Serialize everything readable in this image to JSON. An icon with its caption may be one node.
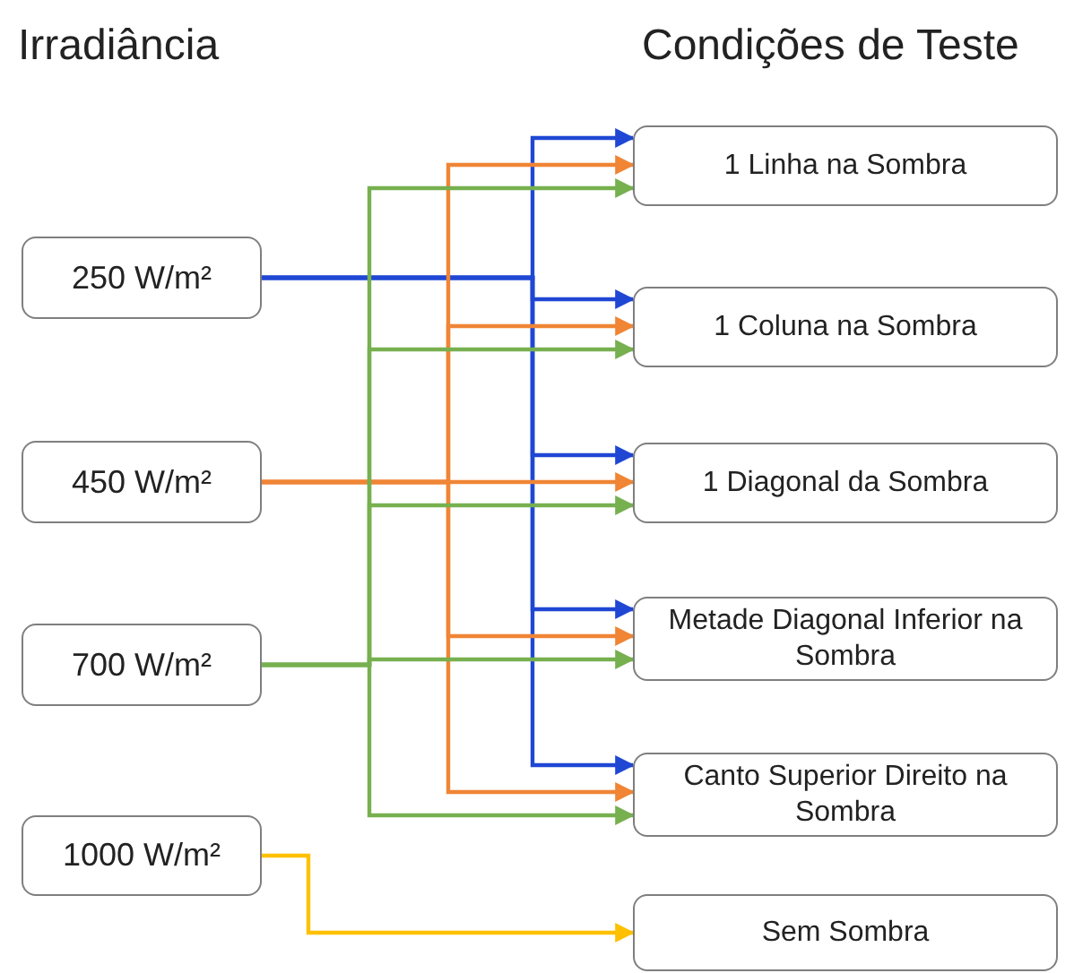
{
  "diagram": {
    "nodes": [
      {
        "text": [
          "250 W/m²"
        ]
      },
      {
        "text": [
          "450 W/m²"
        ]
      },
      {
        "text": [
          "700 W/m²"
        ]
      },
      {
        "text": [
          "1000 W/m²"
        ]
      },
      {
        "text": [
          "1 Linha na Sombra"
        ]
      },
      {
        "text": [
          "1 Coluna na Sombra"
        ]
      },
      {
        "text": [
          "1 Diagonal da Sombra"
        ]
      },
      {
        "text": [
          "Metade Diagonal Inferior na Sombra"
        ]
      },
      {
        "text": [
          "Canto Superior Direito na Sombra"
        ]
      },
      {
        "text": [
          "Sem Sombra"
        ]
      }
    ],
    "edges": [
      {
        "from": 0,
        "to": 4,
        "arrow": "to",
        "color": "#1f47d4"
      },
      {
        "from": 0,
        "to": 5,
        "arrow": "to",
        "color": "#1f47d4"
      },
      {
        "from": 0,
        "to": 6,
        "arrow": "to",
        "color": "#1f47d4"
      },
      {
        "from": 0,
        "to": 7,
        "arrow": "to",
        "color": "#1f47d4"
      },
      {
        "from": 0,
        "to": 8,
        "arrow": "to",
        "color": "#1f47d4"
      },
      {
        "from": 1,
        "to": 4,
        "arrow": "to",
        "color": "#ef8535"
      },
      {
        "from": 1,
        "to": 5,
        "arrow": "to",
        "color": "#ef8535"
      },
      {
        "from": 1,
        "to": 6,
        "arrow": "to",
        "color": "#ef8535"
      },
      {
        "from": 1,
        "to": 7,
        "arrow": "to",
        "color": "#ef8535"
      },
      {
        "from": 1,
        "to": 8,
        "arrow": "to",
        "color": "#ef8535"
      },
      {
        "from": 2,
        "to": 4,
        "arrow": "to",
        "color": "#76b04f"
      },
      {
        "from": 2,
        "to": 5,
        "arrow": "to",
        "color": "#76b04f"
      },
      {
        "from": 2,
        "to": 6,
        "arrow": "to",
        "color": "#76b04f"
      },
      {
        "from": 2,
        "to": 7,
        "arrow": "to",
        "color": "#76b04f"
      },
      {
        "from": 2,
        "to": 8,
        "arrow": "to",
        "color": "#76b04f"
      },
      {
        "from": 3,
        "to": 9,
        "arrow": "to",
        "color": "#ffc000"
      }
    ],
    "labels": [
      "Irradiância",
      "Condições de Teste"
    ]
  }
}
